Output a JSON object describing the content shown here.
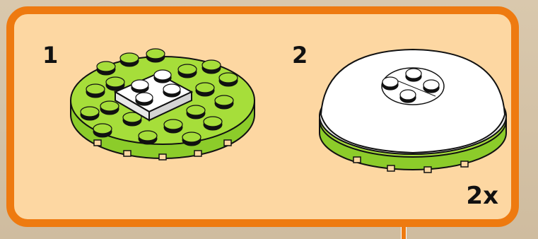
{
  "steps": [
    {
      "number": "1",
      "illustration": "green-round-plate-with-white-plate-icon"
    },
    {
      "number": "2",
      "illustration": "white-dish-on-green-round-plate-icon"
    }
  ],
  "multiplier": "2x",
  "colors": {
    "frame": "#ee7a10",
    "panel": "#fdd7a2",
    "lime": "#a6de3a",
    "white": "#ffffff",
    "outline": "#111111"
  }
}
